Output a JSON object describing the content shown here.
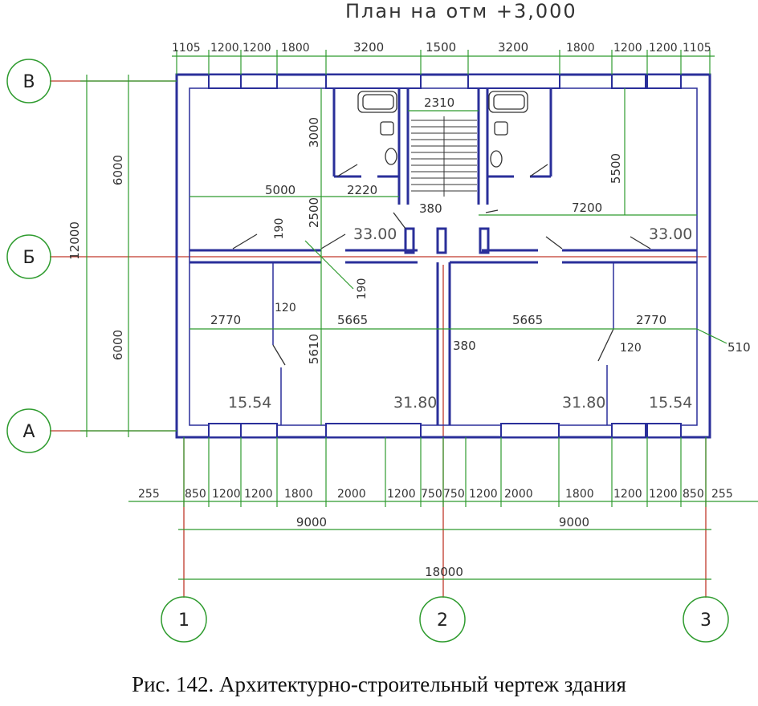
{
  "title": "План на отм +3,000",
  "caption": "Рис. 142. Архитектурно-строительный чертеж здания",
  "colors": {
    "wall": "#2a2f9a",
    "dim": "#2e9b2e",
    "axis": "#c0392b",
    "text": "#333333"
  },
  "axes": {
    "rows": [
      "В",
      "Б",
      "А"
    ],
    "cols": [
      "1",
      "2",
      "3"
    ]
  },
  "top_dims": [
    "1105",
    "1200",
    "1200",
    "1800",
    "3200",
    "1500",
    "3200",
    "1800",
    "1200",
    "1200",
    "1105"
  ],
  "bottom_dims": [
    "255",
    "850",
    "1200",
    "1200",
    "1800",
    "2000",
    "1200",
    "750",
    "750",
    "1200",
    "2000",
    "1800",
    "1200",
    "1200",
    "850",
    "255"
  ],
  "bay_dims": [
    "9000",
    "9000"
  ],
  "overall_dim": "18000",
  "left_dims": {
    "total": "12000",
    "upper": "6000",
    "lower": "6000"
  },
  "inner_dims": {
    "d5000": "5000",
    "d2220": "2220",
    "d2310": "2310",
    "d380a": "380",
    "d7200": "7200",
    "d3000": "3000",
    "d2500": "2500",
    "d5500": "5500",
    "d190a": "190",
    "d190b": "190",
    "d2770a": "2770",
    "d120a": "120",
    "d5665a": "5665",
    "d5610": "5610",
    "d380b": "380",
    "d5665b": "5665",
    "d120b": "120",
    "d2770b": "2770",
    "d510": "510"
  },
  "areas": {
    "a1": "33.00",
    "a2": "33.00",
    "a3": "15.54",
    "a4": "31.80",
    "a5": "31.80",
    "a6": "15.54"
  }
}
